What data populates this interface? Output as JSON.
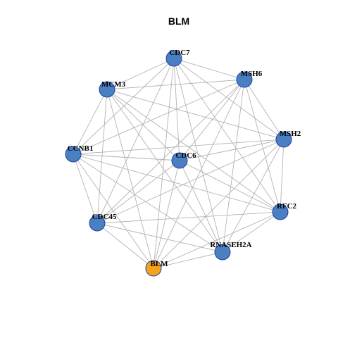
{
  "graph": {
    "title": "BLM",
    "colors": {
      "node_fill": "#4a7fc0",
      "focus_fill": "#f5a31a",
      "node_stroke": "#1f3fa6",
      "focus_stroke": "#333333",
      "edge": "#b3b3b3"
    },
    "nodes": [
      {
        "id": "CDC7",
        "label": "CDC7",
        "focus": false
      },
      {
        "id": "MSH6",
        "label": "MSH6",
        "focus": false
      },
      {
        "id": "MCM3",
        "label": "MCM3",
        "focus": false
      },
      {
        "id": "MSH2",
        "label": "MSH2",
        "focus": false
      },
      {
        "id": "CCNB1",
        "label": "CCNB1",
        "focus": false
      },
      {
        "id": "CDC6",
        "label": "CDC6",
        "focus": false
      },
      {
        "id": "RFC2",
        "label": "RFC2",
        "focus": false
      },
      {
        "id": "CDC45",
        "label": "CDC45",
        "focus": false
      },
      {
        "id": "RNASEH2A",
        "label": "RNASEH2A",
        "focus": false
      },
      {
        "id": "BLM",
        "label": "BLM",
        "focus": true
      }
    ],
    "edges": [
      [
        "CDC7",
        "MSH6"
      ],
      [
        "CDC7",
        "MCM3"
      ],
      [
        "CDC7",
        "MSH2"
      ],
      [
        "CDC7",
        "CCNB1"
      ],
      [
        "CDC7",
        "CDC6"
      ],
      [
        "CDC7",
        "RFC2"
      ],
      [
        "CDC7",
        "CDC45"
      ],
      [
        "CDC7",
        "RNASEH2A"
      ],
      [
        "CDC7",
        "BLM"
      ],
      [
        "MSH6",
        "MCM3"
      ],
      [
        "MSH6",
        "MSH2"
      ],
      [
        "MSH6",
        "CCNB1"
      ],
      [
        "MSH6",
        "CDC6"
      ],
      [
        "MSH6",
        "RFC2"
      ],
      [
        "MSH6",
        "CDC45"
      ],
      [
        "MSH6",
        "RNASEH2A"
      ],
      [
        "MSH6",
        "BLM"
      ],
      [
        "MCM3",
        "MSH2"
      ],
      [
        "MCM3",
        "CCNB1"
      ],
      [
        "MCM3",
        "CDC6"
      ],
      [
        "MCM3",
        "RFC2"
      ],
      [
        "MCM3",
        "CDC45"
      ],
      [
        "MCM3",
        "RNASEH2A"
      ],
      [
        "MCM3",
        "BLM"
      ],
      [
        "MSH2",
        "CCNB1"
      ],
      [
        "MSH2",
        "CDC6"
      ],
      [
        "MSH2",
        "RFC2"
      ],
      [
        "MSH2",
        "CDC45"
      ],
      [
        "MSH2",
        "RNASEH2A"
      ],
      [
        "MSH2",
        "BLM"
      ],
      [
        "CCNB1",
        "CDC6"
      ],
      [
        "CCNB1",
        "RFC2"
      ],
      [
        "CCNB1",
        "CDC45"
      ],
      [
        "CCNB1",
        "RNASEH2A"
      ],
      [
        "CCNB1",
        "BLM"
      ],
      [
        "CDC6",
        "RFC2"
      ],
      [
        "CDC6",
        "CDC45"
      ],
      [
        "CDC6",
        "RNASEH2A"
      ],
      [
        "CDC6",
        "BLM"
      ],
      [
        "RFC2",
        "CDC45"
      ],
      [
        "RFC2",
        "RNASEH2A"
      ],
      [
        "RFC2",
        "BLM"
      ],
      [
        "CDC45",
        "RNASEH2A"
      ],
      [
        "CDC45",
        "BLM"
      ],
      [
        "RNASEH2A",
        "BLM"
      ]
    ]
  }
}
